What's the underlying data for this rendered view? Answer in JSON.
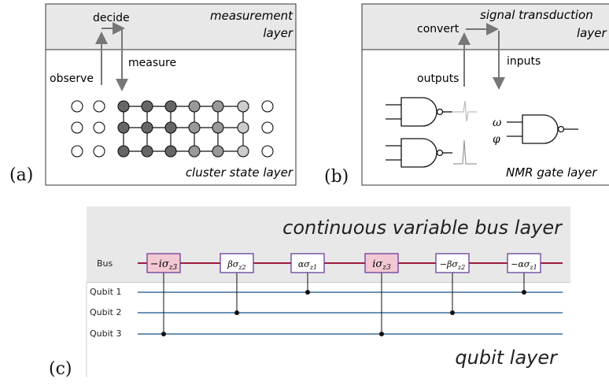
{
  "panel_a": {
    "label": "(a)",
    "top_layer": {
      "line1": "measurement",
      "line2": "layer"
    },
    "bottom_layer": "cluster state layer",
    "arrows": {
      "decide": "decide",
      "observe": "observe",
      "measure": "measure"
    }
  },
  "panel_b": {
    "label": "(b)",
    "top_layer": {
      "line1": "signal  transduction",
      "line2": "layer"
    },
    "bottom_layer": "NMR gate layer",
    "arrows": {
      "convert": "convert",
      "outputs": "outputs",
      "inputs": "inputs"
    },
    "omega": "ω",
    "phi": "φ"
  },
  "panel_c": {
    "label": "(c)",
    "top_layer": "continuous variable bus layer",
    "bottom_layer": "qubit layer",
    "bus_label": "Bus",
    "qubits": [
      "Qubit 1",
      "Qubit 2",
      "Qubit 3"
    ],
    "gates": [
      {
        "coef": "−i",
        "sub": "z3",
        "highlight": true,
        "target": 3
      },
      {
        "coef": "β",
        "sub": "z2",
        "highlight": false,
        "target": 2
      },
      {
        "coef": "α",
        "sub": "z1",
        "highlight": false,
        "target": 1
      },
      {
        "coef": "i",
        "sub": "z3",
        "highlight": true,
        "target": 3
      },
      {
        "coef": "−β",
        "sub": "z2",
        "highlight": false,
        "target": 2
      },
      {
        "coef": "−α",
        "sub": "z1",
        "highlight": false,
        "target": 1
      }
    ],
    "gate_symbol": "σ"
  },
  "colors": {
    "top_fill": "#e8e8e8",
    "bus_line": "#9a1c3a",
    "qubit_line": "#3c6e9c",
    "gate_border": "#6a3d9a",
    "gate_highlight": "#f2c9d3",
    "node_dark": "#666666",
    "node_mid": "#999999",
    "node_light": "#cccccc"
  }
}
